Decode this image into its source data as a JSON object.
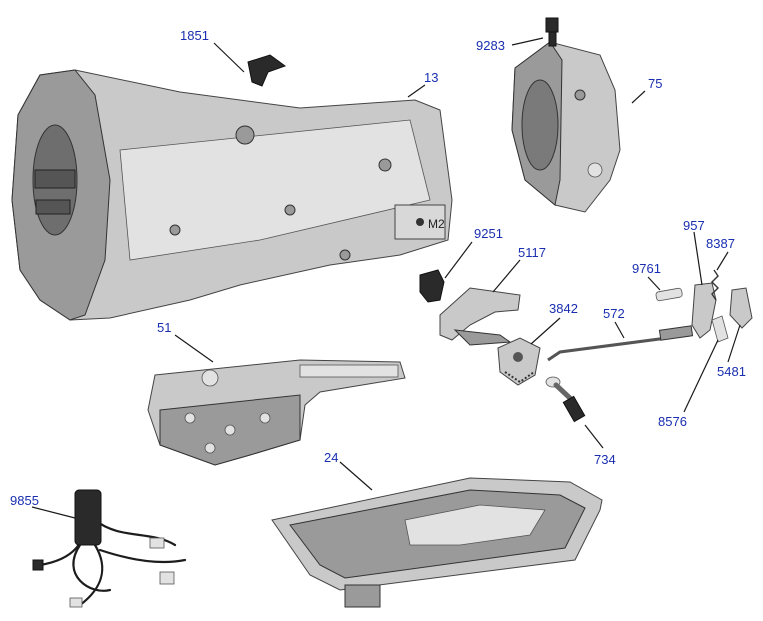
{
  "callouts": {
    "c1851": "1851",
    "c13": "13",
    "c9283": "9283",
    "c75": "75",
    "c9251": "9251",
    "c5117": "5117",
    "c957": "957",
    "c8387": "8387",
    "c9761": "9761",
    "c51": "51",
    "c3842": "3842",
    "c572": "572",
    "c5481": "5481",
    "c8576": "8576",
    "c734": "734",
    "c24": "24",
    "c9855": "9855",
    "case_stamp": "M2"
  },
  "colors": {
    "callout_text": "#1a2fb0",
    "leader_line": "#1a1a1a"
  }
}
